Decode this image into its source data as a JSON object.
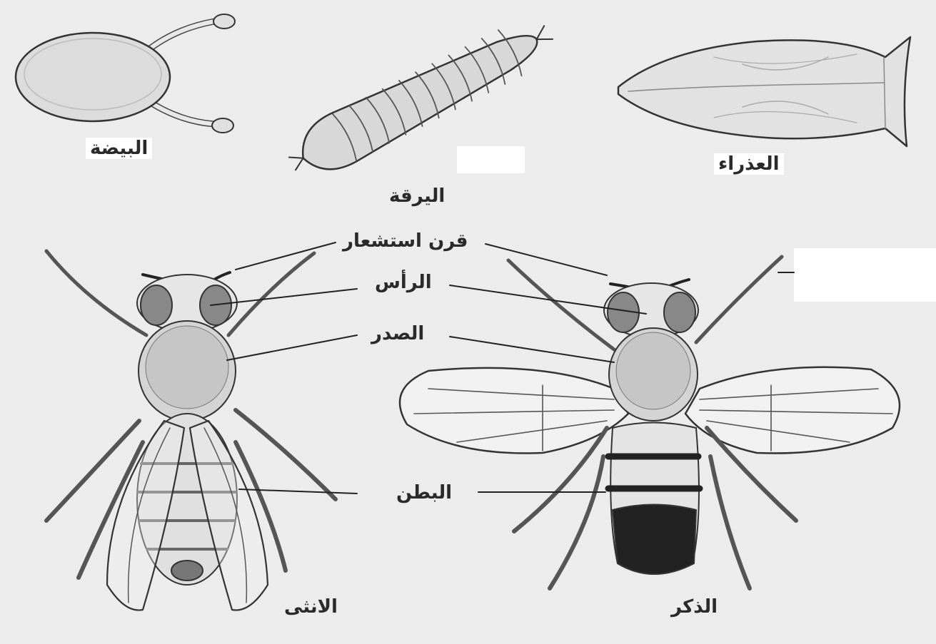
{
  "stages": {
    "egg": "البيضة",
    "larva": "اليرقة",
    "pupa": "العذراء"
  },
  "parts": {
    "antenna": "قرن استشعار",
    "head": "الرأس",
    "thorax": "الصدر",
    "abdomen": "البطن"
  },
  "adults": {
    "female": "الانثى",
    "male": "الذكر"
  }
}
